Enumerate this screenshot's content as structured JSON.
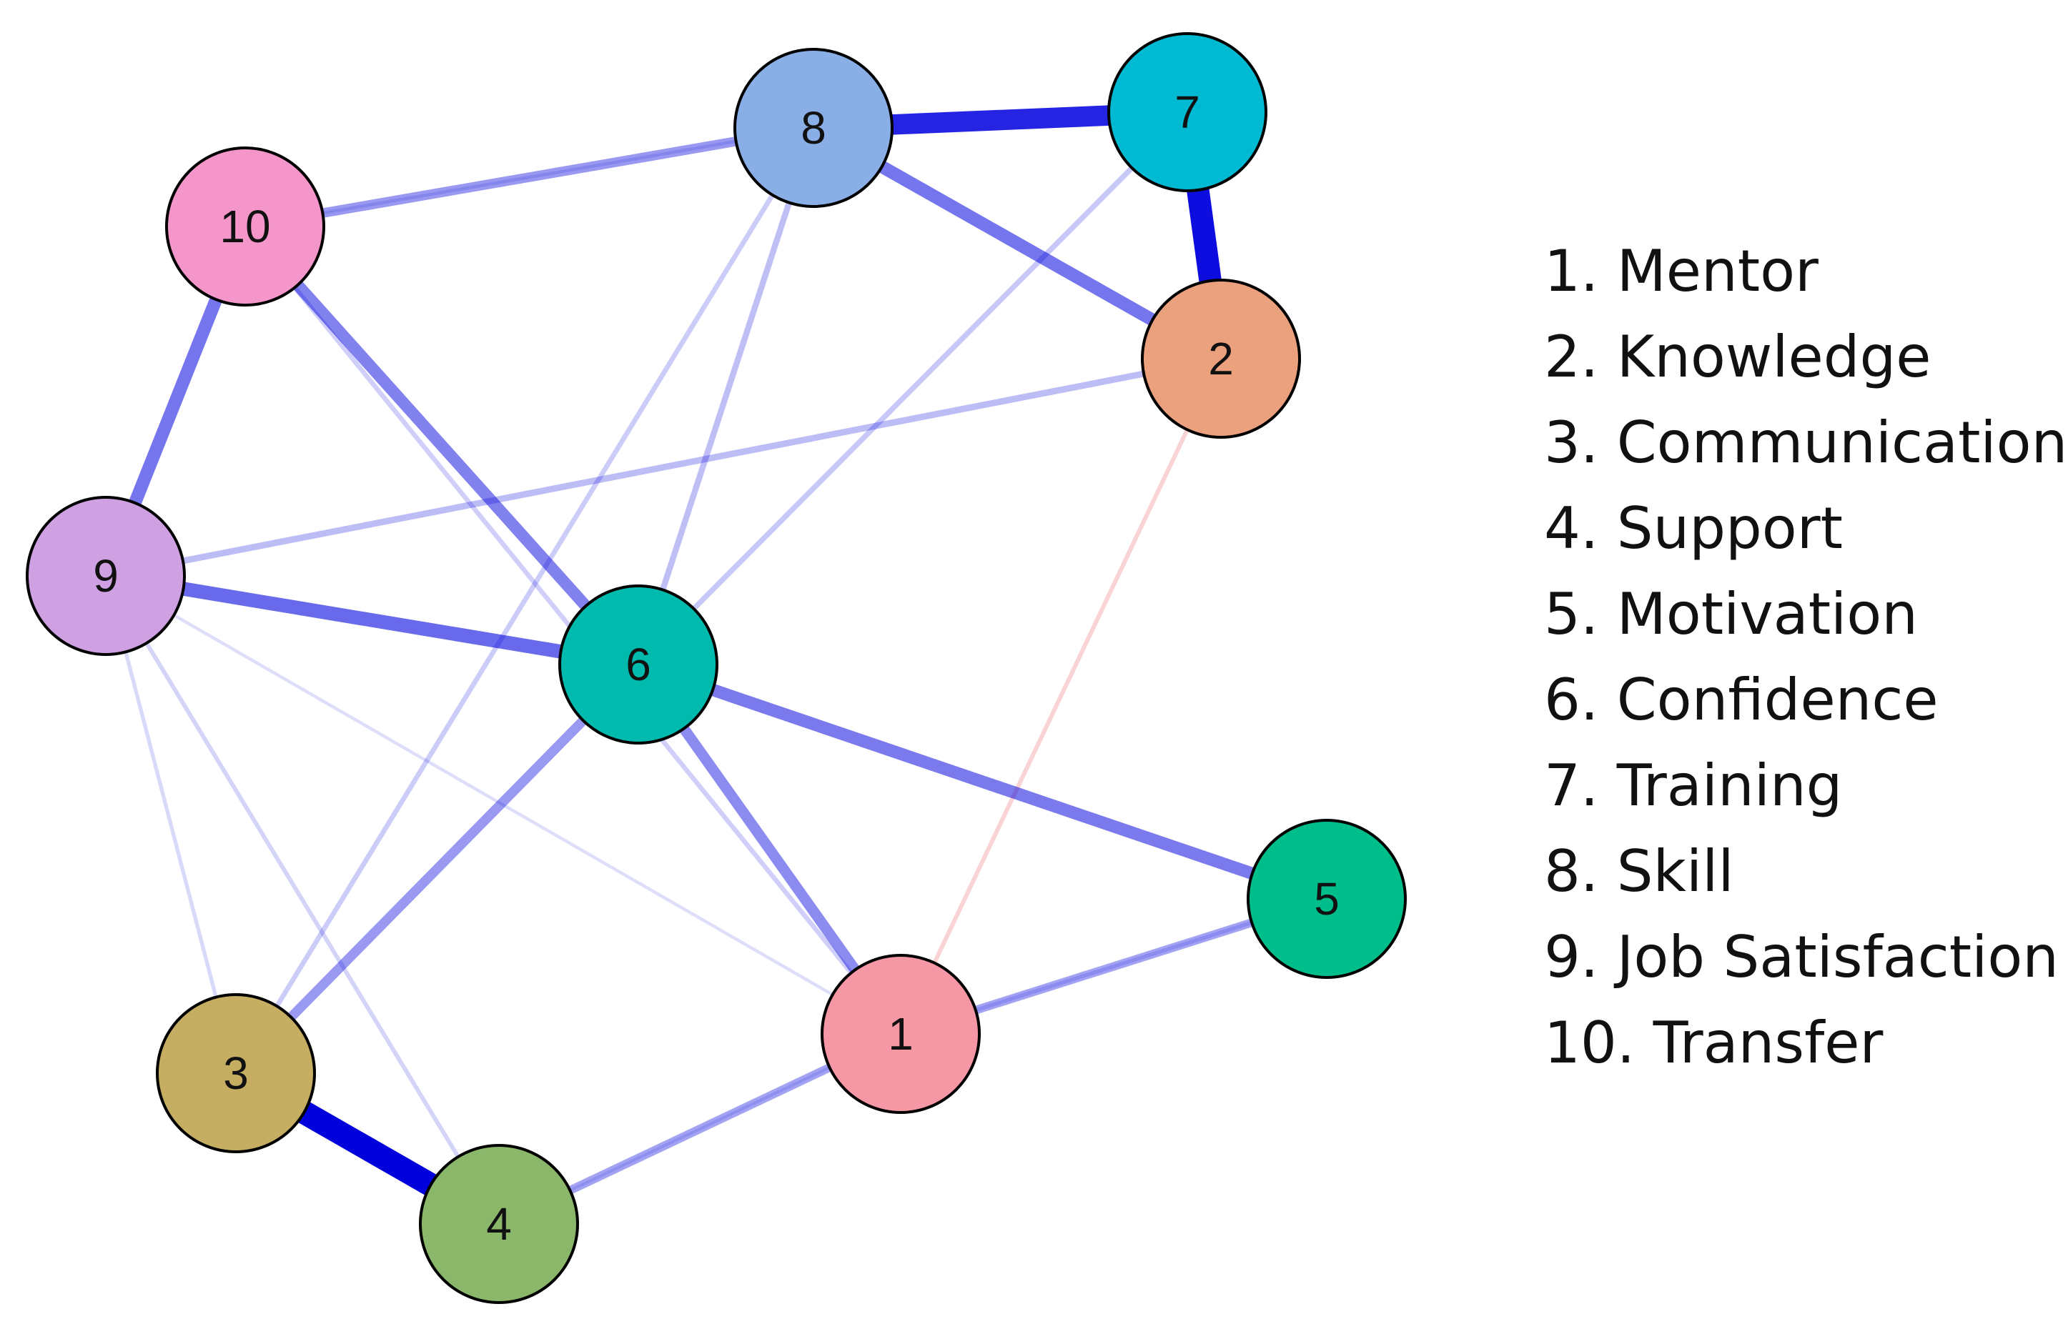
{
  "nodes": [
    {
      "id": "1",
      "label": "1",
      "name": "Mentor",
      "color": "#F697A5"
    },
    {
      "id": "2",
      "label": "2",
      "name": "Knowledge",
      "color": "#EBA07E"
    },
    {
      "id": "3",
      "label": "3",
      "name": "Communication",
      "color": "#C5AD62"
    },
    {
      "id": "4",
      "label": "4",
      "name": "Support",
      "color": "#8AB769"
    },
    {
      "id": "5",
      "label": "5",
      "name": "Motivation",
      "color": "#00BE8B"
    },
    {
      "id": "6",
      "label": "6",
      "name": "Confidence",
      "color": "#00BAAE"
    },
    {
      "id": "7",
      "label": "7",
      "name": "Training",
      "color": "#00B9D3"
    },
    {
      "id": "8",
      "label": "8",
      "name": "Skill",
      "color": "#8AAEE6"
    },
    {
      "id": "9",
      "label": "9",
      "name": "Job Satisfaction",
      "color": "#CFA1E2"
    },
    {
      "id": "10",
      "label": "10",
      "name": "Transfer",
      "color": "#F596CB"
    }
  ],
  "edges": [
    {
      "source": "3",
      "target": "4",
      "weight": 1.0,
      "sign": "positive"
    },
    {
      "source": "7",
      "target": "2",
      "weight": 0.95,
      "sign": "positive"
    },
    {
      "source": "8",
      "target": "7",
      "weight": 0.85,
      "sign": "positive"
    },
    {
      "source": "9",
      "target": "6",
      "weight": 0.55,
      "sign": "positive"
    },
    {
      "source": "8",
      "target": "2",
      "weight": 0.5,
      "sign": "positive"
    },
    {
      "source": "10",
      "target": "9",
      "weight": 0.5,
      "sign": "positive"
    },
    {
      "source": "6",
      "target": "5",
      "weight": 0.48,
      "sign": "positive"
    },
    {
      "source": "10",
      "target": "6",
      "weight": 0.45,
      "sign": "positive"
    },
    {
      "source": "6",
      "target": "1",
      "weight": 0.4,
      "sign": "positive"
    },
    {
      "source": "10",
      "target": "8",
      "weight": 0.35,
      "sign": "positive"
    },
    {
      "source": "3",
      "target": "6",
      "weight": 0.35,
      "sign": "positive"
    },
    {
      "source": "1",
      "target": "5",
      "weight": 0.3,
      "sign": "positive"
    },
    {
      "source": "4",
      "target": "1",
      "weight": 0.3,
      "sign": "positive"
    },
    {
      "source": "9",
      "target": "2",
      "weight": 0.2,
      "sign": "positive"
    },
    {
      "source": "8",
      "target": "6",
      "weight": 0.18,
      "sign": "positive"
    },
    {
      "source": "7",
      "target": "6",
      "weight": 0.15,
      "sign": "positive"
    },
    {
      "source": "3",
      "target": "8",
      "weight": 0.13,
      "sign": "positive"
    },
    {
      "source": "10",
      "target": "1",
      "weight": 0.12,
      "sign": "positive"
    },
    {
      "source": "9",
      "target": "4",
      "weight": 0.1,
      "sign": "positive"
    },
    {
      "source": "9",
      "target": "3",
      "weight": 0.08,
      "sign": "positive"
    },
    {
      "source": "1",
      "target": "5",
      "weight": 0.08,
      "sign": "positive"
    },
    {
      "source": "9",
      "target": "1",
      "weight": 0.05,
      "sign": "positive"
    },
    {
      "source": "10",
      "target": "8",
      "weight": 0.05,
      "sign": "positive"
    },
    {
      "source": "4",
      "target": "1",
      "weight": 0.04,
      "sign": "positive"
    },
    {
      "source": "2",
      "target": "1",
      "weight": 0.1,
      "sign": "negative"
    }
  ],
  "edge_colors": {
    "positive": "#0000DD",
    "negative": "#F4A0A0"
  },
  "legend": [
    "1. Mentor",
    "2. Knowledge",
    "3. Communication",
    "4. Support",
    "5. Motivation",
    "6. Confidence",
    "7. Training",
    "8. Skill",
    "9. Job Satisfaction",
    "10. Transfer"
  ]
}
